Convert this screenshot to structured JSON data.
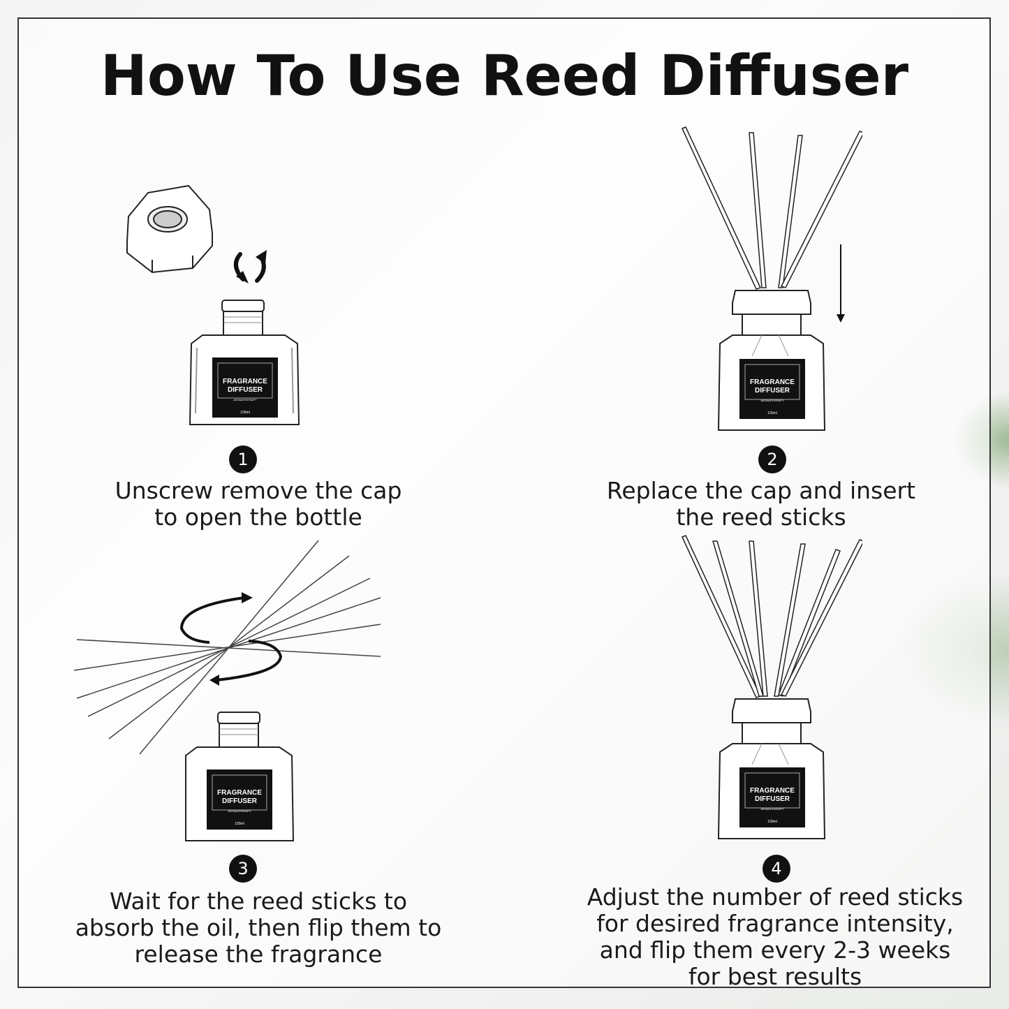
{
  "title": "How To Use Reed Diffuser",
  "label": {
    "line1": "FRAGRANCE",
    "line2": "DIFFUSER",
    "sub": "AROMATHERAPY",
    "volume": "100ml"
  },
  "steps": [
    {
      "number": "1",
      "line1": "Unscrew remove the cap",
      "line2": "to open the bottle"
    },
    {
      "number": "2",
      "line1": "Replace the cap and insert",
      "line2": "the reed sticks"
    },
    {
      "number": "3",
      "line1": "Wait for the reed sticks to",
      "line2": "absorb the oil, then flip them to",
      "line3": "release the fragrance"
    },
    {
      "number": "4",
      "line1": "Adjust the number of reed sticks",
      "line2": "for desired fragrance intensity,",
      "line3": "and flip them every 2-3 weeks",
      "line4": "for best results"
    }
  ]
}
